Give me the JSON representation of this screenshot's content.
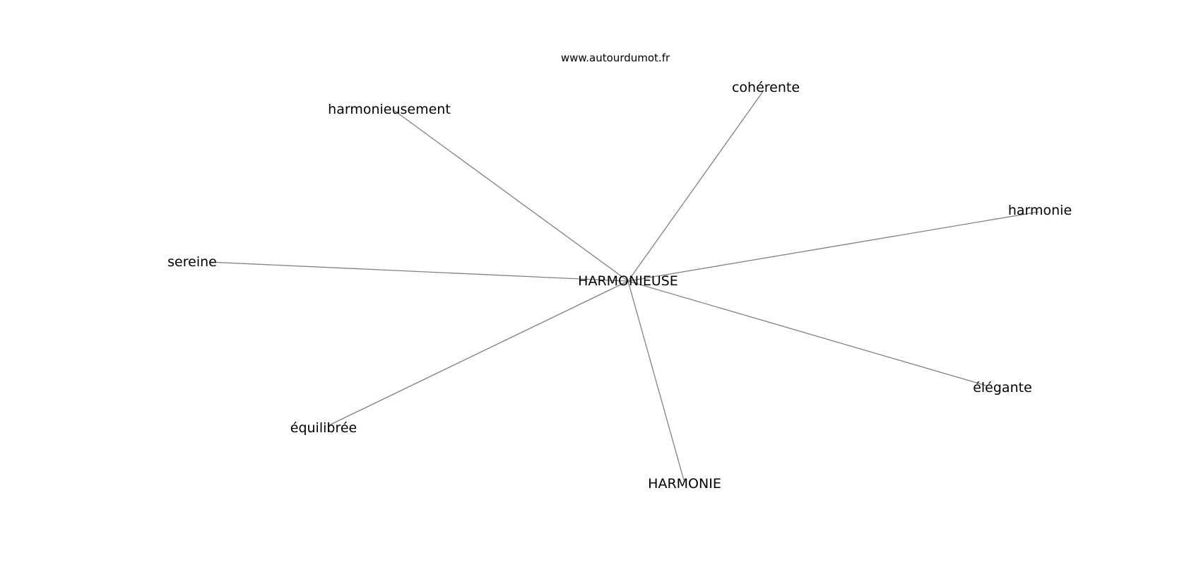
{
  "source": "www.autourdumot.fr",
  "edge_color": "#808080",
  "center": {
    "label": "HARMONIEUSE"
  },
  "related": [
    {
      "label": "harmonieusement"
    },
    {
      "label": "cohérente"
    },
    {
      "label": "harmonie"
    },
    {
      "label": "sereine"
    },
    {
      "label": "élégante"
    },
    {
      "label": "équilibrée"
    },
    {
      "label": "HARMONIE"
    }
  ]
}
